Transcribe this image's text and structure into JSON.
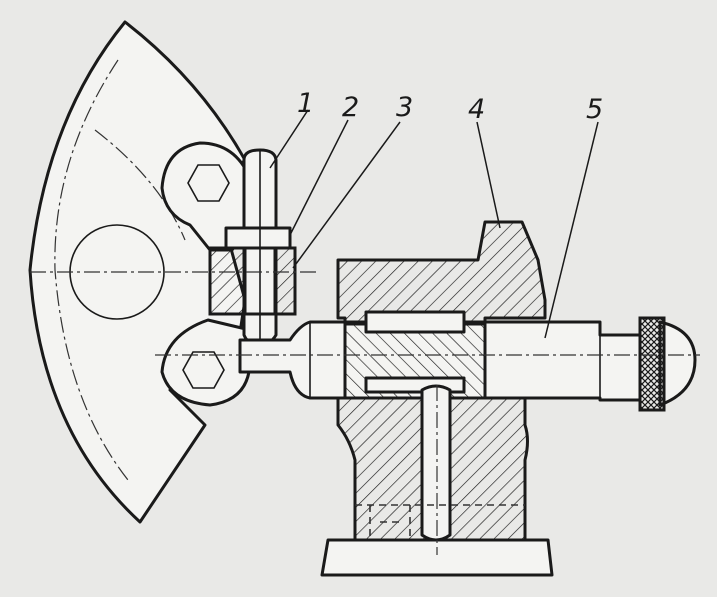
{
  "callouts": [
    {
      "id": "part-1",
      "label": "1"
    },
    {
      "id": "part-2",
      "label": "2"
    },
    {
      "id": "part-3",
      "label": "3"
    },
    {
      "id": "part-4",
      "label": "4"
    },
    {
      "id": "part-5",
      "label": "5"
    }
  ],
  "colors": {
    "paper": "#e9e9e7",
    "ink": "#1a1a1a"
  }
}
